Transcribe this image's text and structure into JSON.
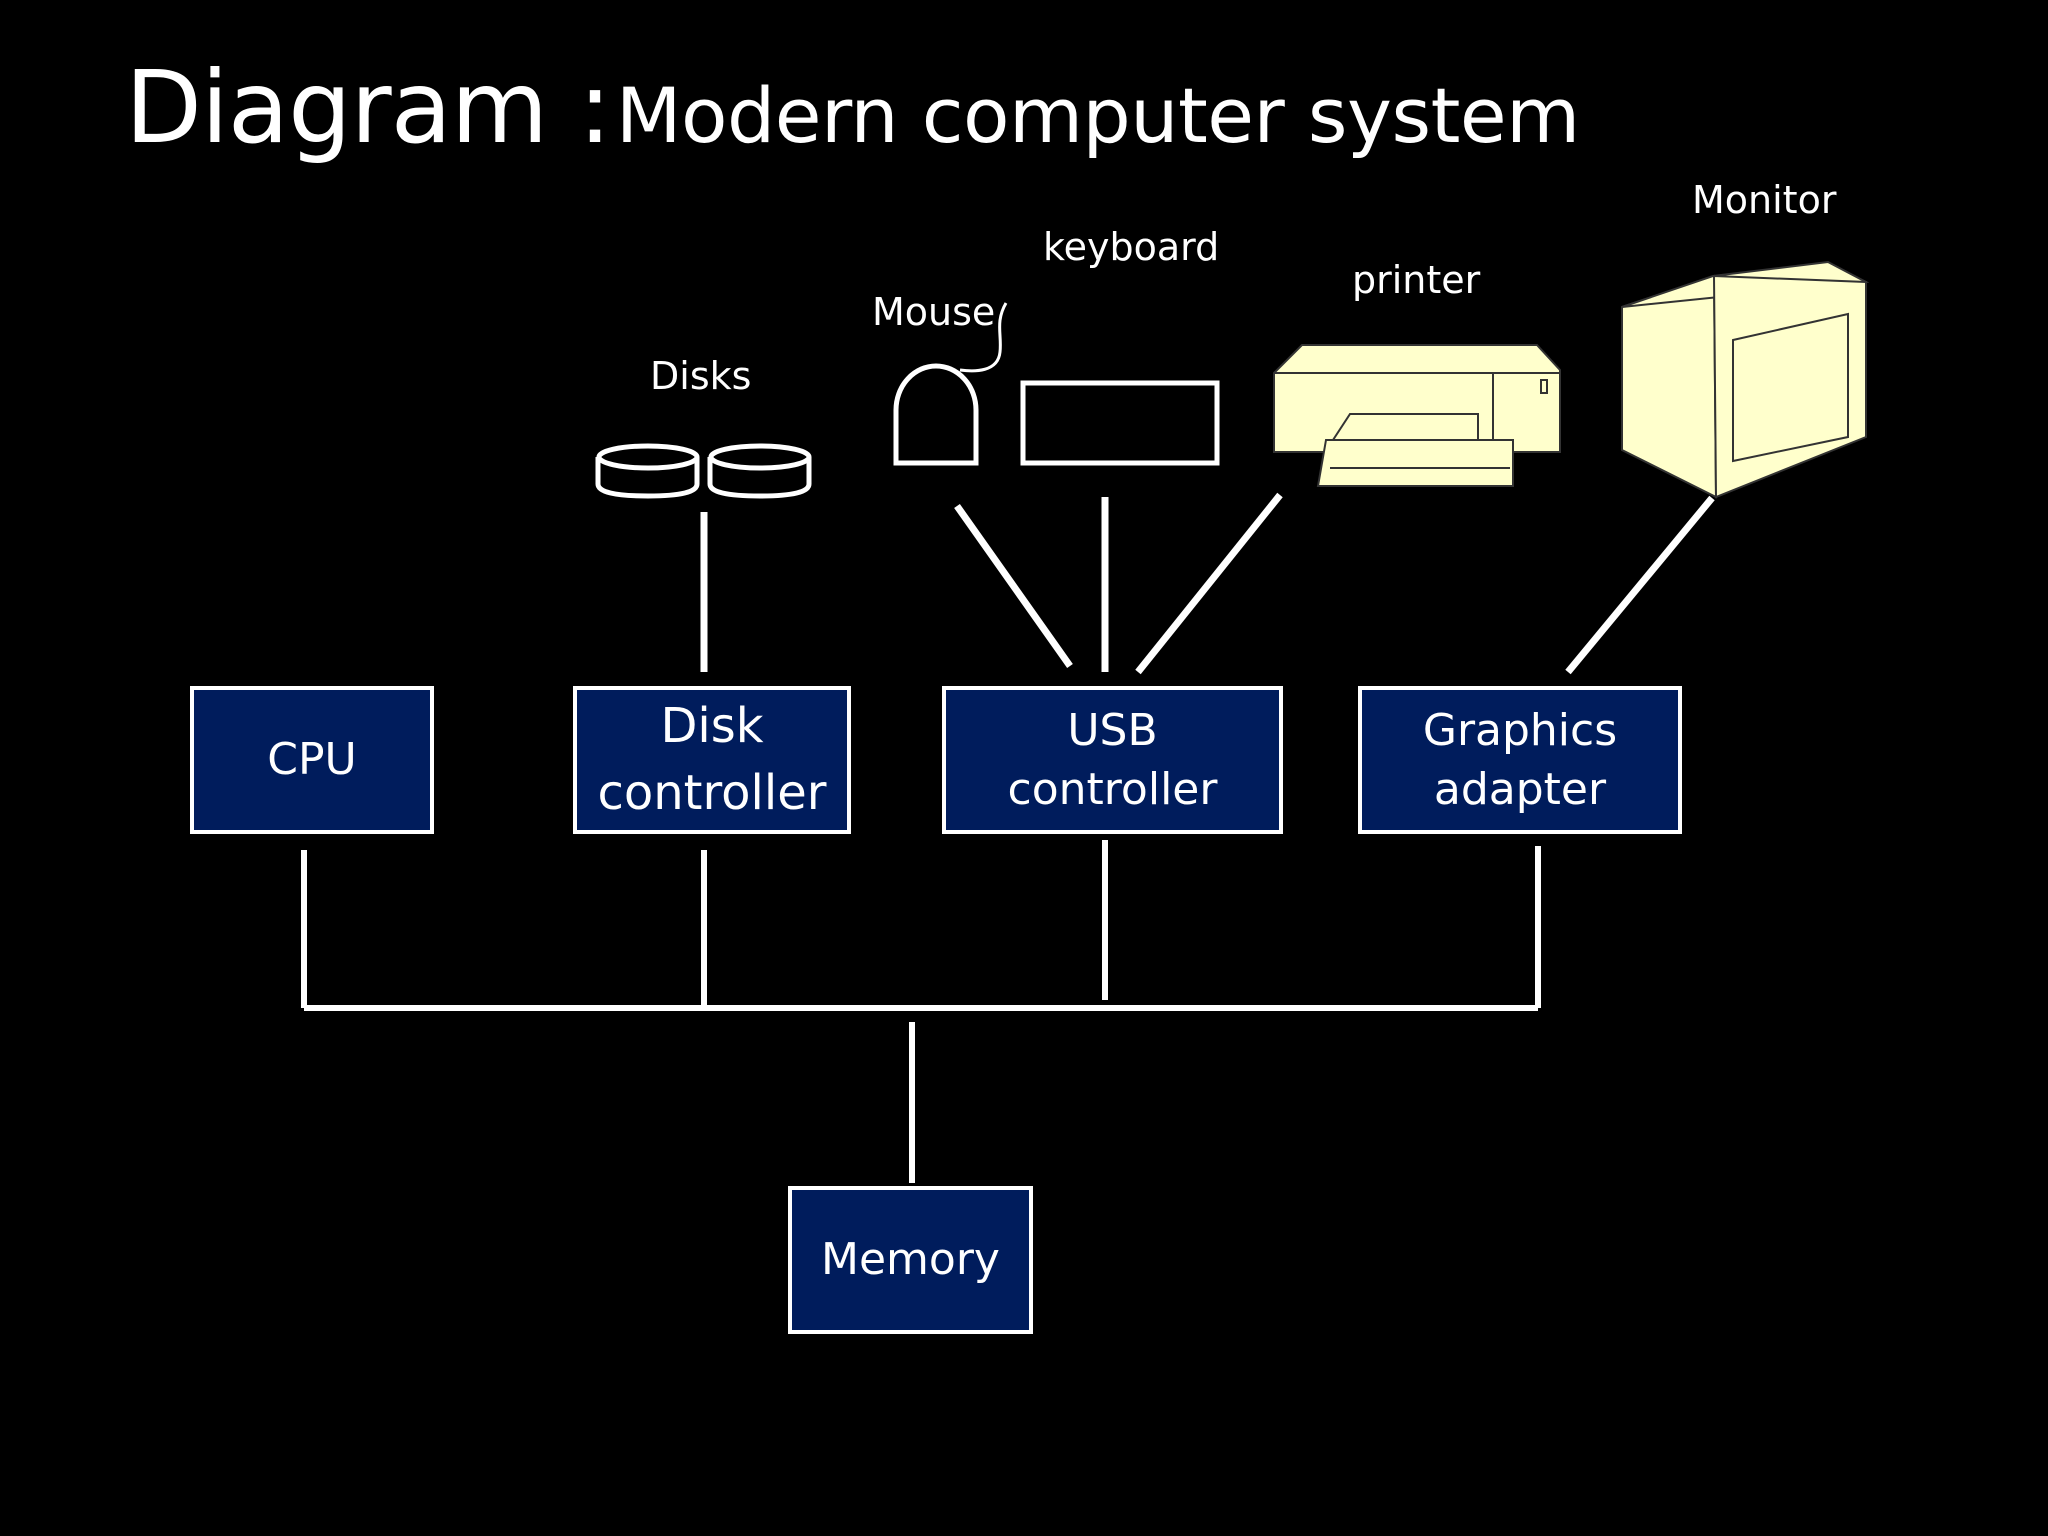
{
  "title": {
    "main": "Diagram :",
    "sub": "Modern computer system"
  },
  "devices": {
    "disks": "Disks",
    "mouse": "Mouse",
    "keyboard": "keyboard",
    "printer": "printer",
    "monitor": "Monitor"
  },
  "components": {
    "cpu": [
      "CPU"
    ],
    "disk_controller": [
      "Disk",
      "controller"
    ],
    "usb_controller": [
      "USB",
      "controller"
    ],
    "graphics_adapter": [
      "Graphics",
      "adapter"
    ],
    "memory": [
      "Memory"
    ]
  },
  "colors": {
    "background": "#000000",
    "box_fill": "#001c5c",
    "line": "#ffffff",
    "device_fill": "#ffffcc"
  }
}
